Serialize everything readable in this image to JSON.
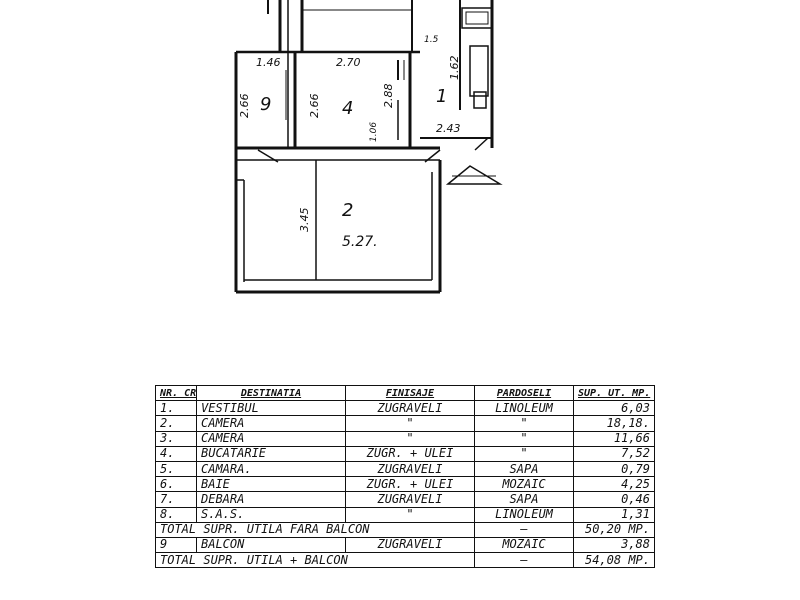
{
  "plan": {
    "dimensions": [
      "1.46",
      "2.70",
      "2.66",
      "2.66",
      "2.88",
      "2.43",
      "1.62",
      "3.45",
      "5.27.",
      "1.5",
      "1.06"
    ],
    "rooms": [
      "9",
      "4",
      "1",
      "2"
    ]
  },
  "table": {
    "headers": [
      "NR. CRT.",
      "DESTINATIA",
      "FINISAJE",
      "PARDOSELI",
      "SUP. UT. MP."
    ],
    "rows": [
      {
        "no": "1.",
        "dest": "VESTIBUL",
        "fin": "ZUGRAVELI",
        "par": "LINOLEUM",
        "sup": "6,03"
      },
      {
        "no": "2.",
        "dest": "CAMERA",
        "fin": "\"",
        "par": "\"",
        "sup": "18,18."
      },
      {
        "no": "3.",
        "dest": "CAMERA",
        "fin": "\"",
        "par": "\"",
        "sup": "11,66"
      },
      {
        "no": "4.",
        "dest": "BUCATARIE",
        "fin": "ZUGR. + ULEI",
        "par": "\"",
        "sup": "7,52"
      },
      {
        "no": "5.",
        "dest": "CAMARA.",
        "fin": "ZUGRAVELI",
        "par": "SAPA",
        "sup": "0,79"
      },
      {
        "no": "6.",
        "dest": "BAIE",
        "fin": "ZUGR. + ULEI",
        "par": "MOZAIC",
        "sup": "4,25"
      },
      {
        "no": "7.",
        "dest": "DEBARA",
        "fin": "ZUGRAVELI",
        "par": "SAPA",
        "sup": "0,46"
      },
      {
        "no": "8.",
        "dest": "S.A.S.",
        "fin": "\"",
        "par": "LINOLEUM",
        "sup": "1,31"
      }
    ],
    "total1": {
      "label": "TOTAL SUPR. UTILA FARA BALCON",
      "dash": "—",
      "sup": "50,20 MP."
    },
    "balcon": {
      "no": "9",
      "dest": "BALCON",
      "fin": "ZUGRAVELI",
      "par": "MOZAIC",
      "sup": "3,88"
    },
    "total2": {
      "label": "TOTAL SUPR. UTILA + BALCON",
      "dash": "—",
      "sup": "54,08 MP."
    }
  }
}
